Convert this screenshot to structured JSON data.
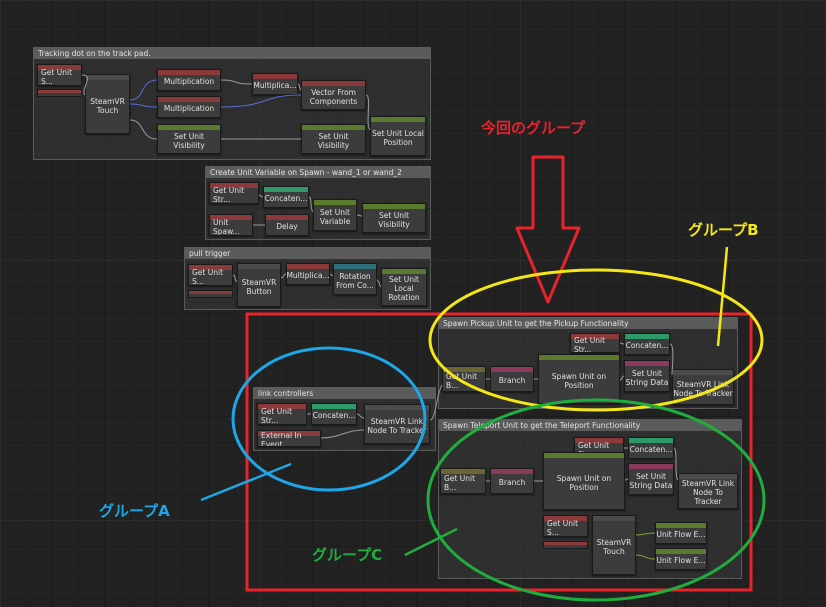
{
  "colors": {
    "red": "#e8232b",
    "yellow": "#f5e616",
    "green": "#1fae3e",
    "blue": "#1ea7e6"
  },
  "groups": {
    "tracking": {
      "title": "Tracking dot on the track pad.",
      "nodes": {
        "get_unit": "Get Unit S...",
        "steamvr_touch": "SteamVR Touch",
        "mult1": "Multiplication",
        "mult2": "Multiplication",
        "mult3": "Multiplica...",
        "vector": "Vector From Components",
        "set_vis": "Set Unit Visibility",
        "set_vis2": "Set Unit Visibility",
        "set_local": "Set Unit Local Position"
      }
    },
    "create_var": {
      "title": "Create Unit Variable on Spawn - wand_1 or wand_2",
      "nodes": {
        "get_str": "Get Unit Str...",
        "concat": "Concaten...",
        "unit_spawn": "Unit Spaw...",
        "delay": "Delay",
        "set_var": "Set Unit Variable",
        "set_vis": "Set Unit Visibility"
      }
    },
    "pull": {
      "title": "pull trigger",
      "nodes": {
        "get_unit": "Get Unit S...",
        "button": "SteamVR Button",
        "mult": "Multiplica...",
        "rotation": "Rotation From Co...",
        "set_rot": "Set Unit Local Rotation"
      }
    },
    "link": {
      "title": "link controllers",
      "nodes": {
        "get_str": "Get Unit Str...",
        "concat": "Concaten...",
        "ext": "External In Event",
        "link": "SteamVR Link Node To Tracker"
      }
    },
    "pickup": {
      "title": "Spawn Pickup Unit to get the Pickup Functionality",
      "nodes": {
        "get_str": "Get Unit Str...",
        "concat": "Concaten...",
        "get_b": "Get Unit B...",
        "branch": "Branch",
        "spawn": "Spawn Unit on Position",
        "set_str": "Set Unit String Data",
        "link": "SteamVR Link Node To Tracker"
      }
    },
    "teleport": {
      "title": "Spawn Teleport Unit to get the Teleport Functionality",
      "nodes": {
        "get_str": "Get Unit Str...",
        "concat": "Concaten...",
        "get_b": "Get Unit B...",
        "branch": "Branch",
        "spawn": "Spawn Unit on Position",
        "set_str": "Set Unit String Data",
        "link": "SteamVR Link Node To Tracker",
        "get_s": "Get Unit S...",
        "touch": "SteamVR Touch",
        "flow1": "Unit Flow E...",
        "flow2": "Unit Flow E..."
      }
    }
  },
  "annotations": {
    "this_group": "今回のグループ",
    "group_a": "グループA",
    "group_b": "グループB",
    "group_c": "グループC"
  }
}
